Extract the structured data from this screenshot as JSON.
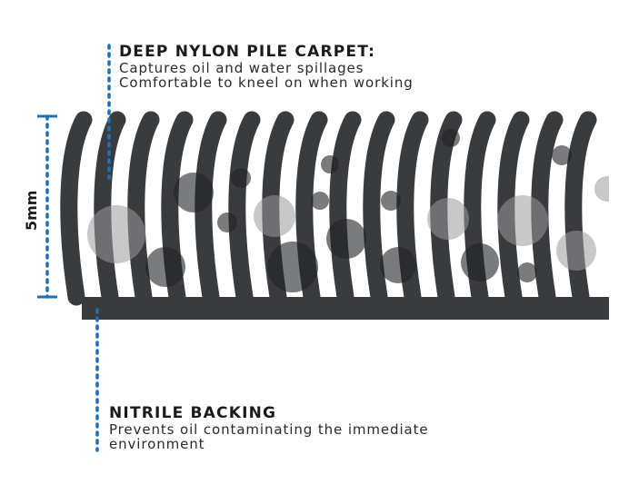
{
  "pile": {
    "title": "DEEP NYLON PILE CARPET:",
    "lines": [
      "Captures oil and water spillages",
      "Comfortable to kneel on when working"
    ]
  },
  "backing": {
    "title": "NITRILE BACKING",
    "lines": [
      "Prevents oil contaminating the immediate",
      "environment"
    ]
  },
  "dimension": {
    "label": "5mm"
  },
  "colors": {
    "pile": "#3a3b3d",
    "backing": "#3a3b3d",
    "droplet_dark": "#222325",
    "droplet_light": "#9a9a9c",
    "leader": "#1f6fb8",
    "text": "#1a1a1a"
  }
}
